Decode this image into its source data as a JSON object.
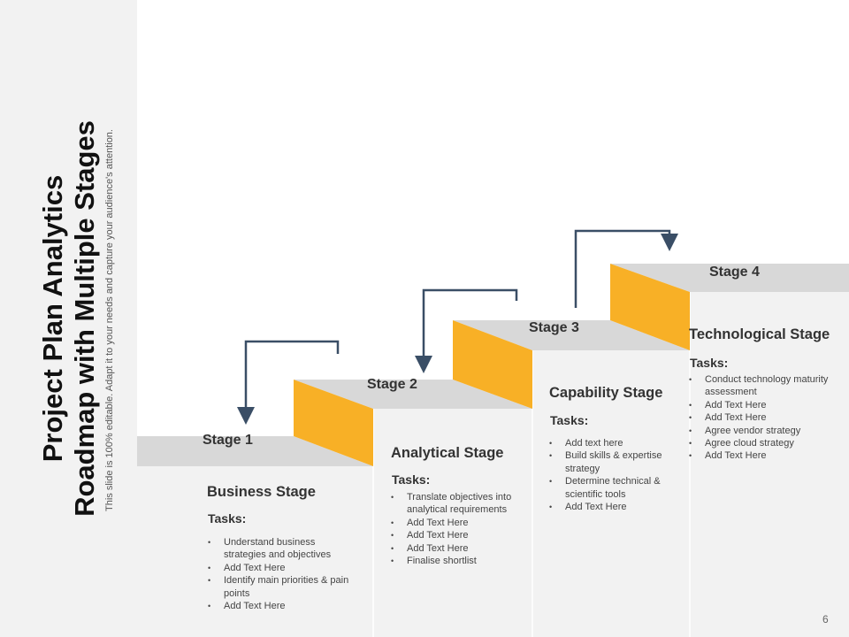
{
  "slide": {
    "title_line1": "Project Plan Analytics",
    "title_line2": "Roadmap with Multiple Stages",
    "subtitle": "This slide is 100% editable. Adapt it to your needs and capture your audience's attention.",
    "page_number": "6"
  },
  "colors": {
    "accent": "#F8B026",
    "tread": "#D8D8D8",
    "panel": "#F2F2F2",
    "arrow": "#3A4E66"
  },
  "stages": [
    {
      "label": "Stage 1",
      "title": "Business Stage",
      "tasks_label": "Tasks:",
      "items": [
        "Understand business strategies and objectives",
        "Add Text Here",
        "Identify main priorities & pain points",
        "Add Text Here"
      ]
    },
    {
      "label": "Stage 2",
      "title": "Analytical Stage",
      "tasks_label": "Tasks:",
      "items": [
        "Translate objectives into analytical requirements",
        "Add Text Here",
        "Add Text Here",
        "Add Text Here",
        "Finalise shortlist"
      ]
    },
    {
      "label": "Stage 3",
      "title": "Capability Stage",
      "tasks_label": "Tasks:",
      "items": [
        "Add text here",
        "Build skills & expertise strategy",
        "Determine technical & scientific tools",
        "Add Text Here"
      ]
    },
    {
      "label": "Stage 4",
      "title": "Technological Stage",
      "tasks_label": "Tasks:",
      "items": [
        "Conduct technology maturity assessment",
        "Add Text Here",
        "Add Text Here",
        "Agree vendor strategy",
        "Agree cloud strategy",
        "Add Text Here"
      ]
    }
  ]
}
